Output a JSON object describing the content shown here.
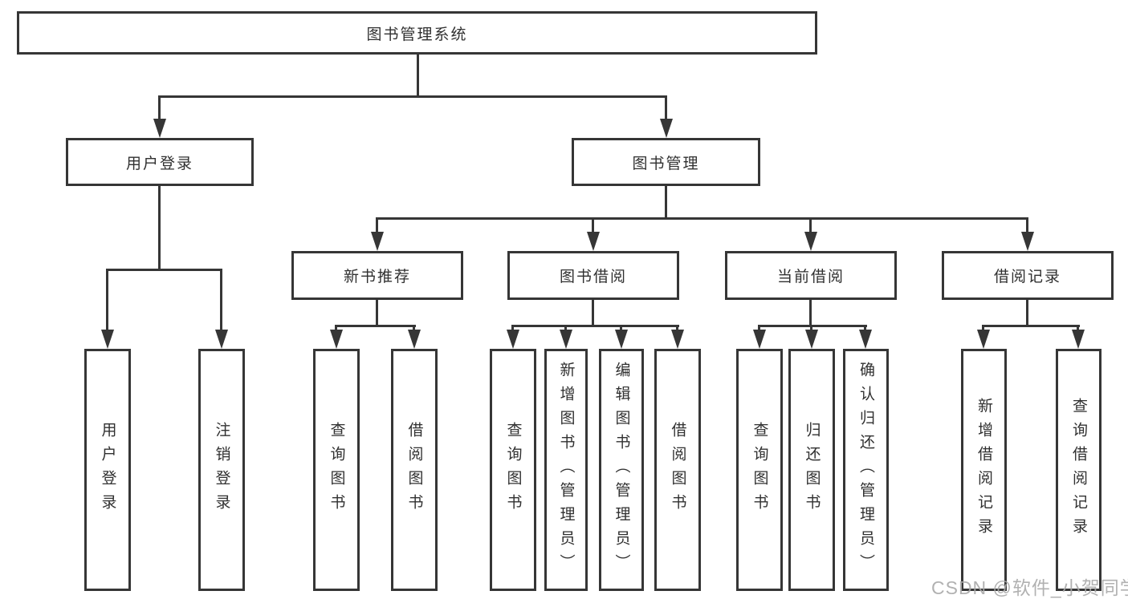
{
  "diagram_title": "图书管理系统",
  "tree": {
    "root": {
      "label": "图书管理系统",
      "children": [
        {
          "label": "用户登录",
          "children": [
            {
              "label": "用户登录"
            },
            {
              "label": "注销登录"
            }
          ]
        },
        {
          "label": "图书管理",
          "children": [
            {
              "label": "新书推荐",
              "children": [
                {
                  "label": "查询图书"
                },
                {
                  "label": "借阅图书"
                }
              ]
            },
            {
              "label": "图书借阅",
              "children": [
                {
                  "label": "查询图书"
                },
                {
                  "label": "新增图书（管理员）"
                },
                {
                  "label": "编辑图书（管理员）"
                },
                {
                  "label": "借阅图书"
                }
              ]
            },
            {
              "label": "当前借阅",
              "children": [
                {
                  "label": "查询图书"
                },
                {
                  "label": "归还图书"
                },
                {
                  "label": "确认归还（管理员）"
                }
              ]
            },
            {
              "label": "借阅记录",
              "children": [
                {
                  "label": "新增借阅记录"
                },
                {
                  "label": "查询借阅记录"
                }
              ]
            }
          ]
        }
      ]
    }
  },
  "watermark": {
    "text": "CSDN @软件_小贺同学"
  },
  "colors": {
    "line": "#363636",
    "box_border": "#363636",
    "box_fill": "#ffffff",
    "text": "#303030",
    "watermark": "#a8a8a8",
    "background": "#ffffff"
  }
}
